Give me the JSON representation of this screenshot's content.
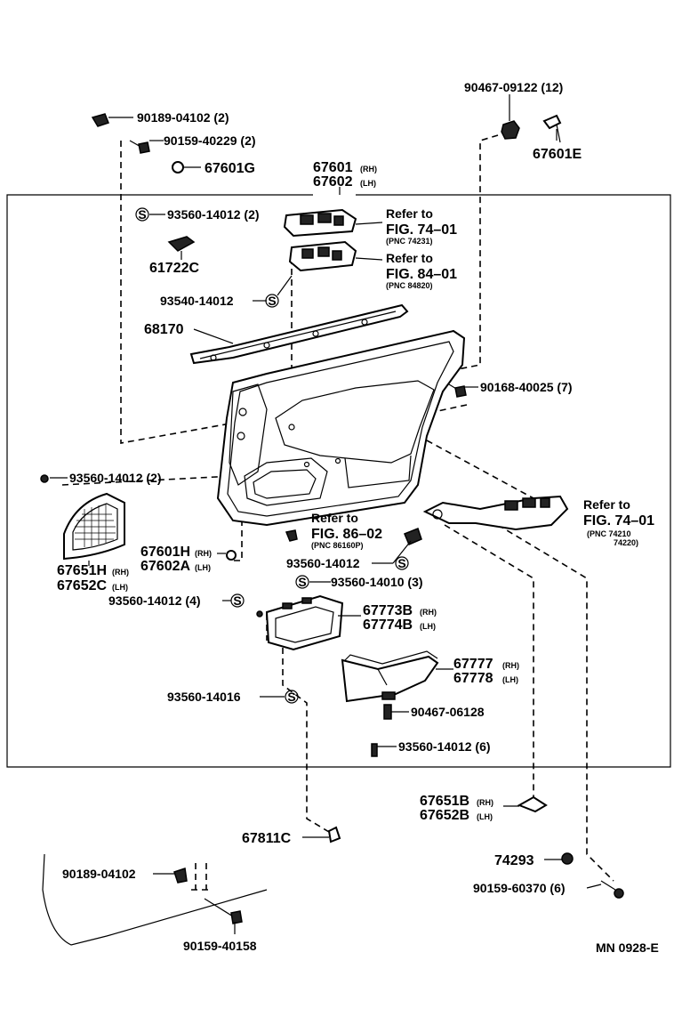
{
  "callouts": {
    "p90467_09122": "90467-09122 (12)",
    "p67601E": "67601E",
    "p90189_04102_2": "90189-04102 (2)",
    "p90159_40229": "90159-40229 (2)",
    "p67601G": "67601G",
    "p67601": "67601",
    "p67602": "67602",
    "rh": "(RH)",
    "lh": "(LH)",
    "p93560_14012_2a": "93560-14012 (2)",
    "p61722C": "61722C",
    "refer_to": "Refer to",
    "fig74_01": "FIG. 74–01",
    "pnc74231": "(PNC 74231)",
    "fig84_01": "FIG. 84–01",
    "pnc84820": "(PNC 84820)",
    "p93540_14012": "93540-14012",
    "p68170": "68170",
    "p90168_40025": "90168-40025 (7)",
    "p93560_14012_2b": "93560-14012 (2)",
    "fig86_02": "FIG. 86–02",
    "pnc86160P": "(PNC 86160P)",
    "pnc74210": "(PNC 74210",
    "pnc74220": "74220)",
    "p67601H": "67601H",
    "p67602A": "67602A",
    "p93560_14012_mid": "93560-14012",
    "p67651H": "67651H",
    "p67652C": "67652C",
    "p93560_14010": "93560-14010 (3)",
    "p93560_14012_4": "93560-14012 (4)",
    "p67773B": "67773B",
    "p67774B": "67774B",
    "p67777": "67777",
    "p67778": "67778",
    "p93560_14016": "93560-14016",
    "p90467_06128": "90467-06128",
    "p93560_14012_6": "93560-14012 (6)",
    "p67651B": "67651B",
    "p67652B": "67652B",
    "p67811C": "67811C",
    "p74293": "74293",
    "p90189_04102": "90189-04102",
    "p90159_60370": "90159-60370 (6)",
    "p90159_40158": "90159-40158",
    "s_mark": "S",
    "mn_code": "MN 0928-E"
  }
}
